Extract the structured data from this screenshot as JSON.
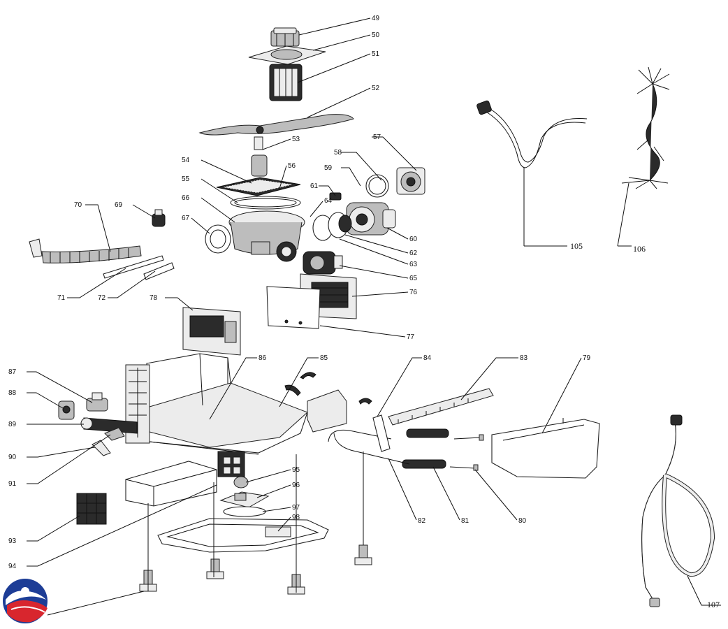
{
  "diagram": {
    "part_labels": [
      "49",
      "50",
      "51",
      "52",
      "53",
      "54",
      "55",
      "56",
      "57",
      "58",
      "59",
      "60",
      "61",
      "62",
      "63",
      "64",
      "65",
      "66",
      "67",
      "69",
      "70",
      "71",
      "72",
      "76",
      "77",
      "78",
      "79",
      "80",
      "81",
      "82",
      "83",
      "84",
      "85",
      "86",
      "87",
      "88",
      "89",
      "90",
      "91",
      "93",
      "94",
      "95",
      "96",
      "97",
      "98",
      "105",
      "106",
      "107"
    ]
  },
  "logo": {
    "icon": "brand-logo-icon",
    "colors": {
      "blue": "#1d3d96",
      "red": "#d8262e"
    }
  }
}
